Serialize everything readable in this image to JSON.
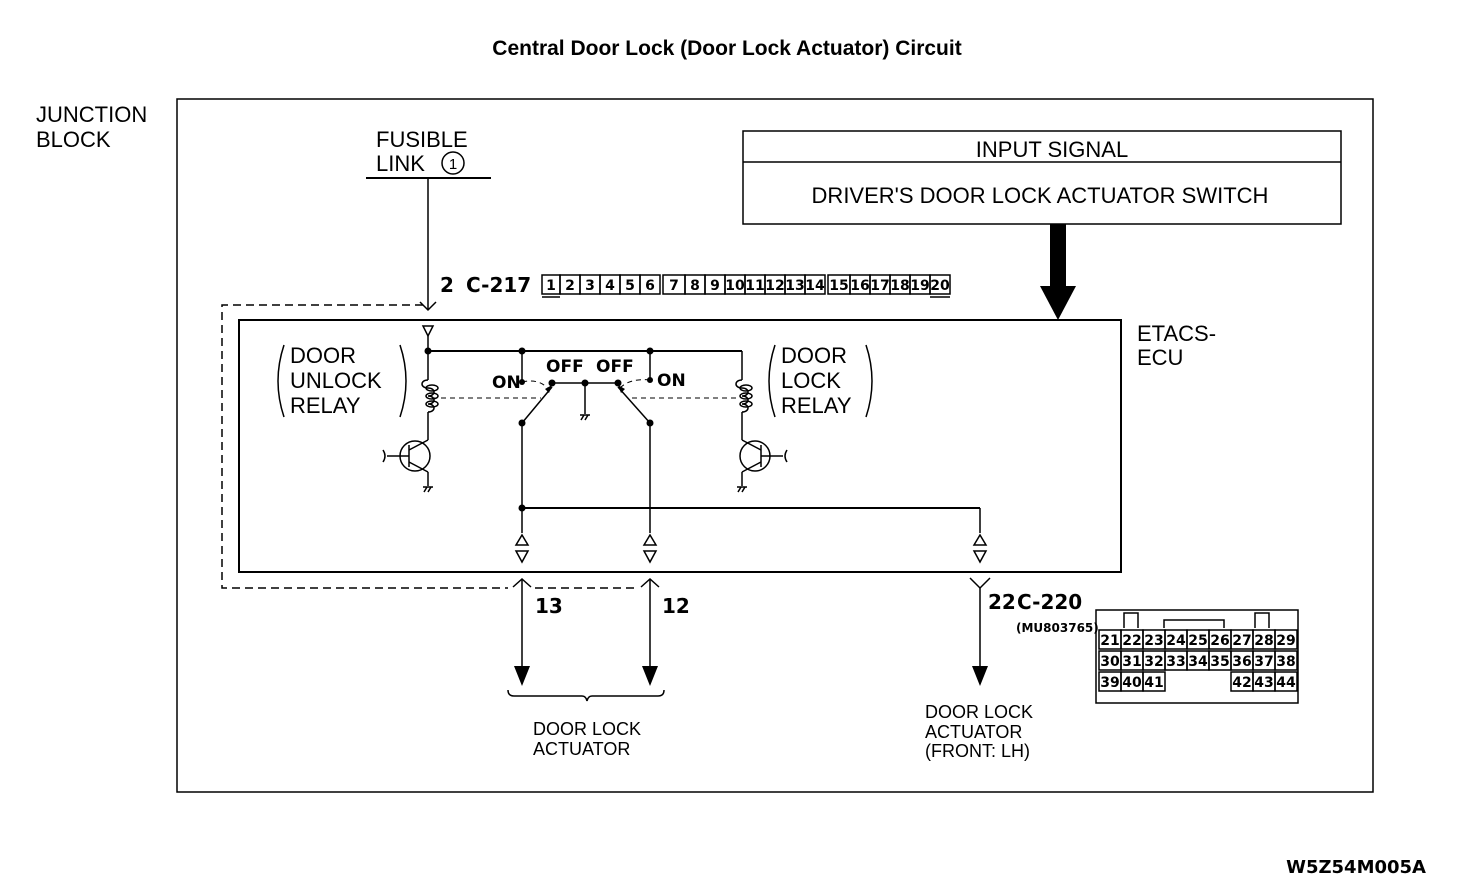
{
  "title": "Central Door Lock (Door Lock Actuator) Circuit",
  "figure_id": "W5Z54M005A",
  "junction_block": {
    "label_line1": "JUNCTION",
    "label_line2": "BLOCK"
  },
  "fusible_link": {
    "label_line1": "FUSIBLE",
    "label_line2": "LINK",
    "number": "1"
  },
  "input_signal": {
    "header": "INPUT SIGNAL",
    "body": "DRIVER'S DOOR LOCK ACTUATOR SWITCH"
  },
  "ecu": {
    "label_line1": "ETACS-",
    "label_line2": "ECU"
  },
  "relays": {
    "unlock": {
      "line1": "DOOR",
      "line2": "UNLOCK",
      "line3": "RELAY"
    },
    "lock": {
      "line1": "DOOR",
      "line2": "LOCK",
      "line3": "RELAY"
    },
    "on_label": "ON",
    "off_label": "OFF"
  },
  "connector_c217": {
    "pin": "2",
    "name": "C-217",
    "pins": [
      "1",
      "2",
      "3",
      "4",
      "5",
      "6",
      "7",
      "8",
      "9",
      "10",
      "11",
      "12",
      "13",
      "14",
      "15",
      "16",
      "17",
      "18",
      "19",
      "20"
    ]
  },
  "connector_c220": {
    "pin": "22",
    "name": "C-220",
    "part_number": "(MU803765)",
    "rows": [
      [
        "21",
        "22",
        "23",
        "24",
        "25",
        "26",
        "27",
        "28",
        "29"
      ],
      [
        "30",
        "31",
        "32",
        "33",
        "34",
        "35",
        "36",
        "37",
        "38"
      ],
      [
        "39",
        "40",
        "41",
        "",
        "",
        "",
        "42",
        "43",
        "44"
      ]
    ]
  },
  "outputs": {
    "pin13": "13",
    "pin12": "12",
    "door_lock_actuator": {
      "line1": "DOOR LOCK",
      "line2": "ACTUATOR"
    },
    "door_lock_actuator_front_lh": {
      "line1": "DOOR LOCK",
      "line2": "ACTUATOR",
      "line3": "(FRONT: LH)"
    }
  }
}
